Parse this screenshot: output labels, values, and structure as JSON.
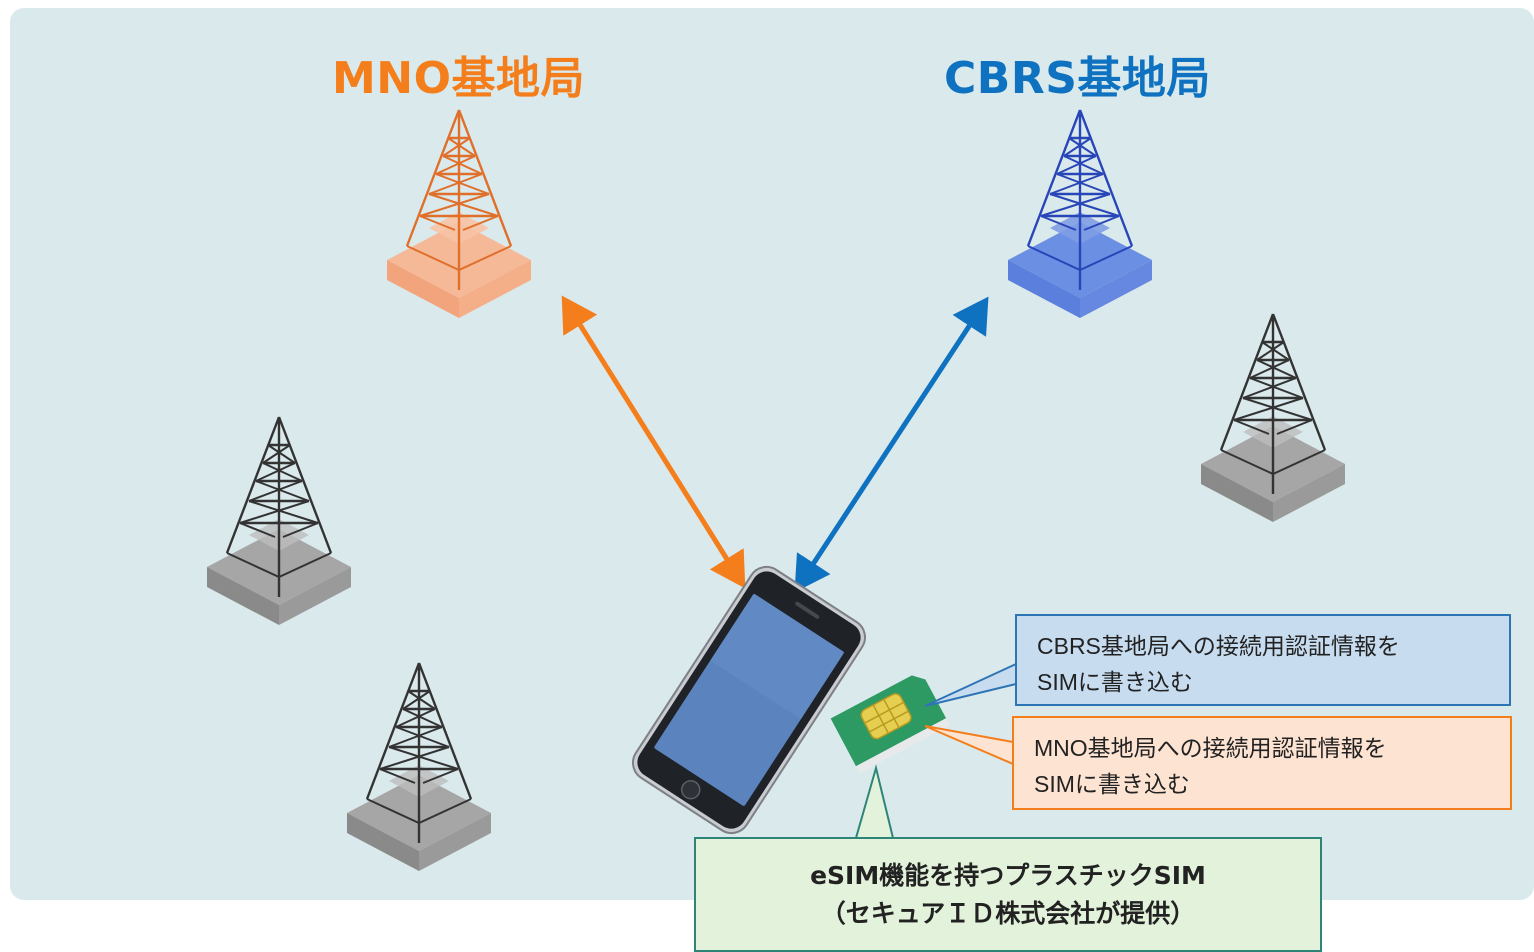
{
  "title_mno": "MNO基地局",
  "title_cbrs": "CBRS基地局",
  "callout_cbrs": {
    "line1": "CBRS基地局への接続用認証情報を",
    "line2": "SIMに書き込む"
  },
  "callout_mno": {
    "line1": "MNO基地局への接続用認証情報を",
    "line2": "SIMに書き込む"
  },
  "callout_esim": {
    "line1": "eSIM機能を持つプラスチックSIM",
    "line2": "（セキュアＩＤ株式会社が提供）"
  },
  "colors": {
    "mno_accent": "#f47e1b",
    "cbrs_accent": "#0f72c0",
    "panel_background": "#dae9ec",
    "esim_box": "#e3f2da"
  },
  "icons": [
    "mno-tower-icon",
    "cbrs-tower-icon",
    "generic-tower-icon",
    "smartphone-icon",
    "sim-card-icon",
    "double-arrow-icon"
  ]
}
